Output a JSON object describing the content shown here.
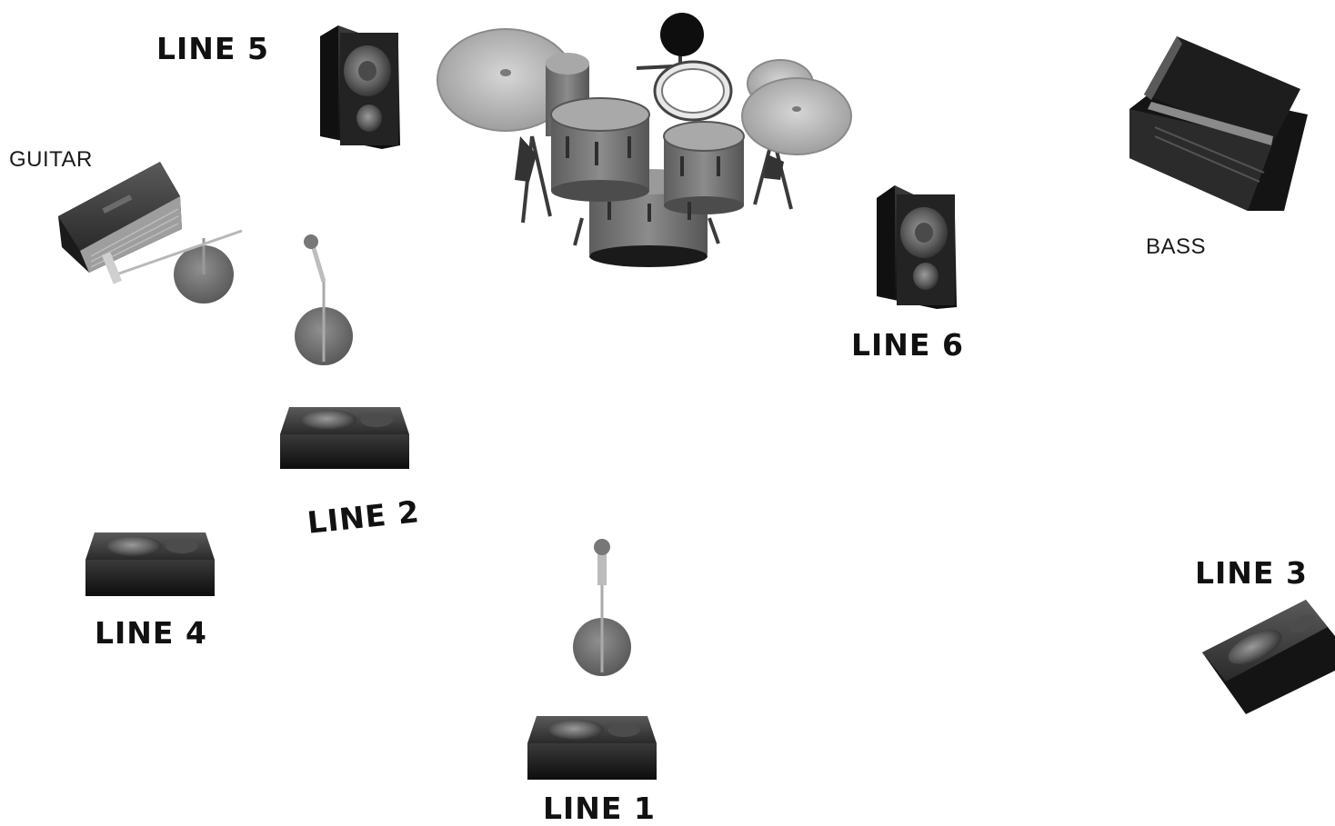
{
  "labels": {
    "line1": "LINE 1",
    "line2": "LINE 2",
    "line3": "LINE 3",
    "line4": "LINE 4",
    "line5": "LINE 5",
    "line6": "LINE 6",
    "guitar": "GUITAR",
    "bass": "BASS"
  },
  "colors": {
    "wedge_body": "#1c1c1c",
    "speaker_cone": "#6e6e6e",
    "drum_shell": "#7a7a7a",
    "cymbal": "#bdbdbd",
    "mic_base": "#7f7f7f",
    "text": "#111111"
  },
  "icons": {
    "monitor_wedge": "monitor-wedge-icon",
    "tall_speaker": "tall-speaker-icon",
    "drum_kit": "drum-kit-icon",
    "mic_stand": "mic-stand-icon",
    "guitar_amp": "guitar-amp-icon",
    "bass_amp": "bass-amp-icon"
  }
}
